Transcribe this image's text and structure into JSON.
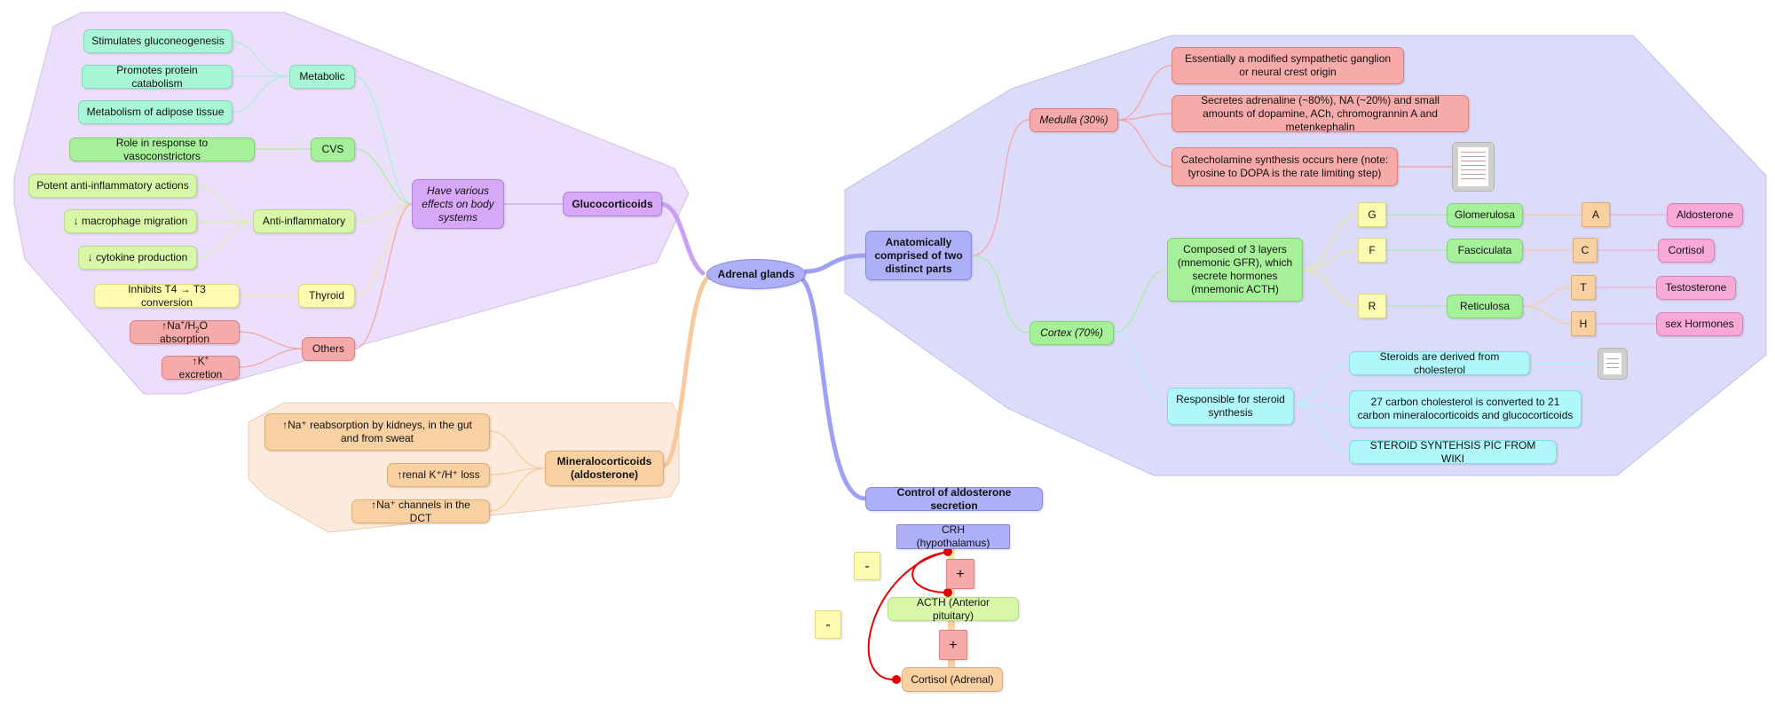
{
  "root": {
    "label": "Adrenal glands"
  },
  "glucocorticoids": {
    "label": "Glucocorticoids",
    "effects": "Have various effects on body systems",
    "metabolic": {
      "label": "Metabolic",
      "items": [
        "Stimulates gluconeogenesis",
        "Promotes protein catabolism",
        "Metabolism of adipose tissue"
      ]
    },
    "cvs": {
      "label": "CVS",
      "items": [
        "Role in response to vasoconstrictors"
      ]
    },
    "anti_inflammatory": {
      "label": "Anti-inflammatory",
      "items": [
        "Potent anti-inflammatory actions",
        "↓ macrophage migration",
        "↓ cytokine production"
      ]
    },
    "thyroid": {
      "label": "Thyroid",
      "items": [
        "Inhibits T4 → T3 conversion"
      ]
    },
    "others": {
      "label": "Others",
      "na_h2o_prefix": "↑Na",
      "na_h2o_sup": "+",
      "na_h2o_mid": "/H",
      "na_h2o_sub": "2",
      "na_h2o_suffix": "O absorption",
      "k_prefix": "↑K",
      "k_sup": "+",
      "k_suffix": " excretion"
    }
  },
  "mineralocorticoids": {
    "label": "Mineralocorticoids (aldosterone)",
    "items": [
      "↑Na⁺ reabsorption by kidneys, in the gut and from sweat",
      "↑renal K⁺/H⁺ loss",
      "↑Na⁺ channels in the DCT"
    ]
  },
  "parts": {
    "label": "Anatomically comprised of two distinct parts",
    "medulla": {
      "label": "Medulla (30%)",
      "items": [
        "Essentially a modified sympathetic ganglion or neural crest origin",
        "Secretes adrenaline (~80%), NA (~20%) and small amounts of dopamine, ACh, chromogrannin A and metenkephalin",
        "Catecholamine synthesis occurs here (note: tyrosine to DOPA is the rate limiting step)"
      ]
    },
    "cortex": {
      "label": "Cortex (70%)",
      "layers": {
        "label": "Composed of 3 layers (mnemonic GFR), which secrete hormones (mnemonic ACTH)",
        "rows": [
          {
            "letter": "G",
            "zone": "Glomerulosa",
            "hormones": [
              {
                "letter": "A",
                "name": "Aldosterone"
              }
            ]
          },
          {
            "letter": "F",
            "zone": "Fasciculata",
            "hormones": [
              {
                "letter": "C",
                "name": "Cortisol"
              }
            ]
          },
          {
            "letter": "R",
            "zone": "Reticulosa",
            "hormones": [
              {
                "letter": "T",
                "name": "Testosterone"
              },
              {
                "letter": "H",
                "name": "sex Hormones"
              }
            ]
          }
        ]
      },
      "steroid": {
        "label": "Responsible for steroid synthesis",
        "items": [
          "Steroids are derived from cholesterol",
          "27 carbon cholesterol is converted to 21 carbon mineralocorticoids and glucocorticoids",
          "STEROID SYNTEHSIS PIC FROM WIKI"
        ]
      }
    }
  },
  "control": {
    "label": "Control of aldosterone secretion",
    "crh": "CRH (hypothalamus)",
    "acth": "ACTH (Anterior pituitary)",
    "cortisol": "Cortisol (Adrenal)",
    "plus_1": "+",
    "plus_2": "+",
    "minus_1": "-",
    "minus_2": "-"
  },
  "colors": {
    "glucocorticoid_region": "#ecdffb",
    "mineralocorticoid_region": "#fcebdc",
    "parts_region": "#dcdcfa",
    "feedback_red": "#e60000"
  }
}
